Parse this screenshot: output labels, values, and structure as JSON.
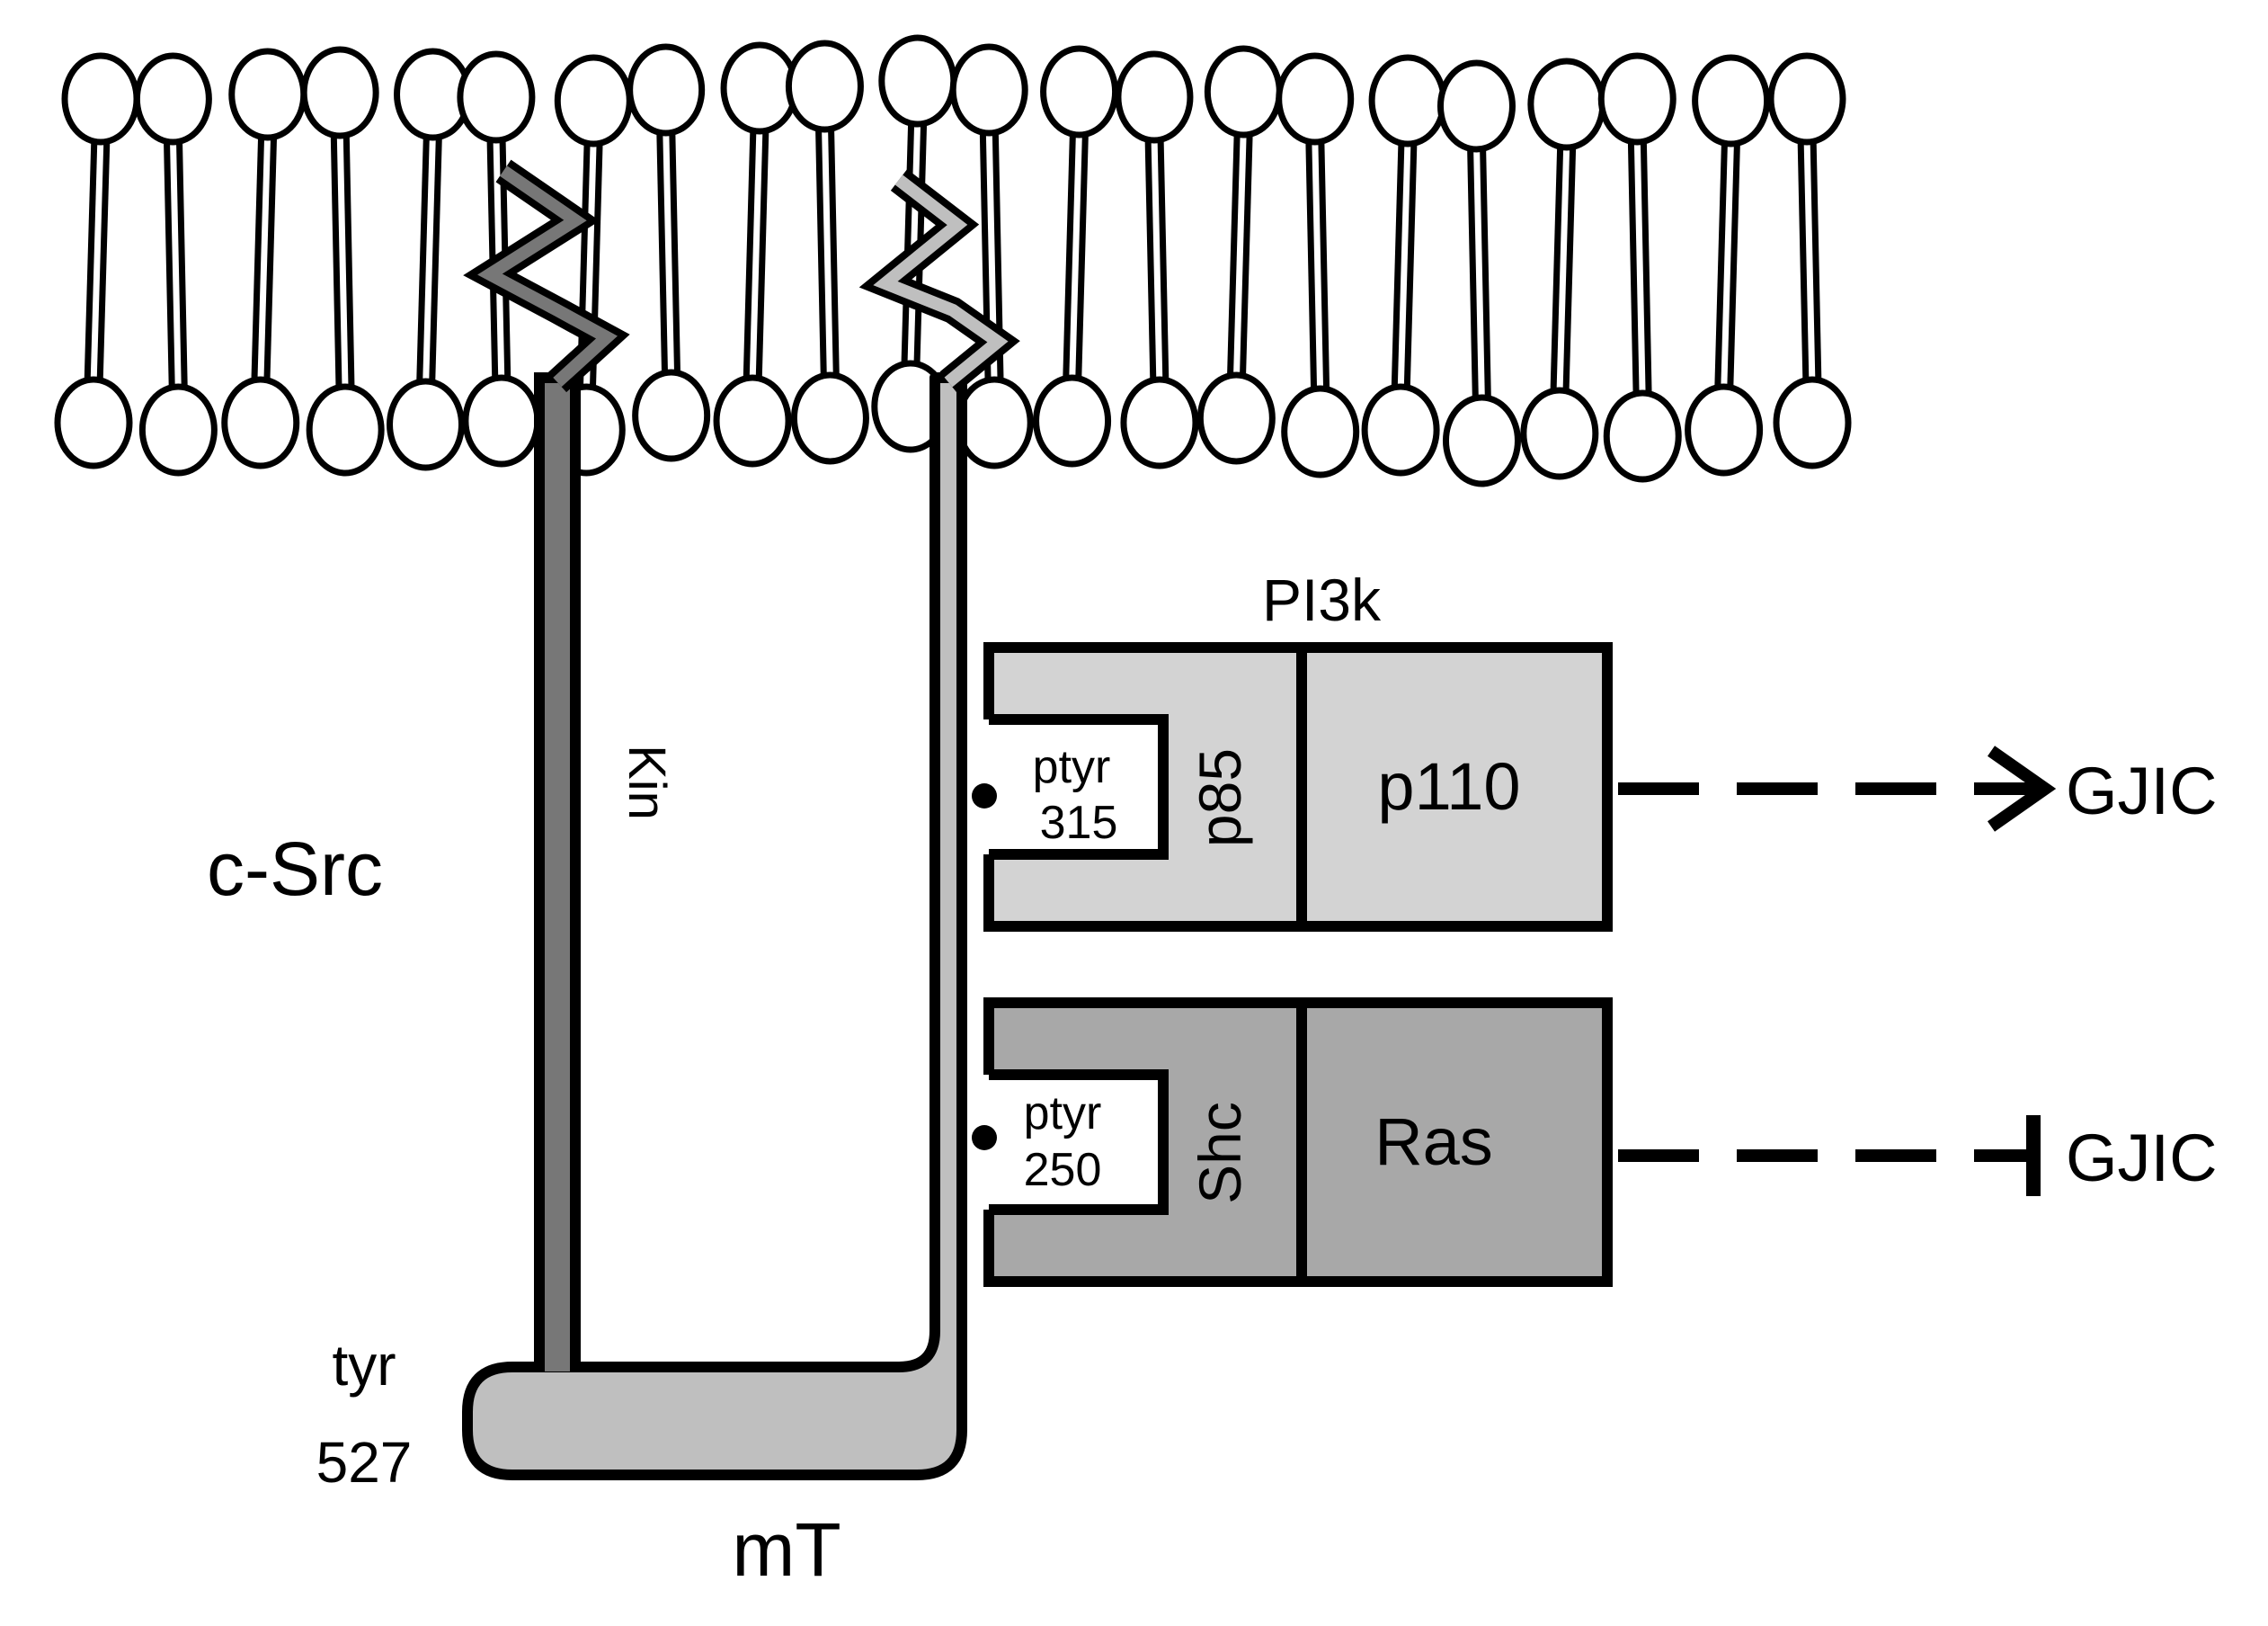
{
  "colors": {
    "stroke": "#000000",
    "membrane_fill": "#ffffff",
    "csrc_tail": "#777777",
    "mt_body": "#bfbfbf",
    "pi3k_fill": "#d3d3d3",
    "shc_fill": "#a8a8a8"
  },
  "labels": {
    "c_src": "c-Src",
    "kin": "Kin",
    "tyr": "tyr",
    "tyr_num": "527",
    "mt": "mT",
    "pi3k": "PI3k",
    "p85": "p85",
    "p110": "p110",
    "ptyr_top": "ptyr",
    "ptyr_top_num": "315",
    "shc": "Shc",
    "ras": "Ras",
    "ptyr_bottom": "ptyr",
    "ptyr_bottom_num": "250",
    "gjic_top": "GJIC",
    "gjic_bottom": "GJIC"
  },
  "membrane": {
    "lipid_count": 22
  },
  "arrows": {
    "top": "activation",
    "bottom": "inhibition"
  }
}
